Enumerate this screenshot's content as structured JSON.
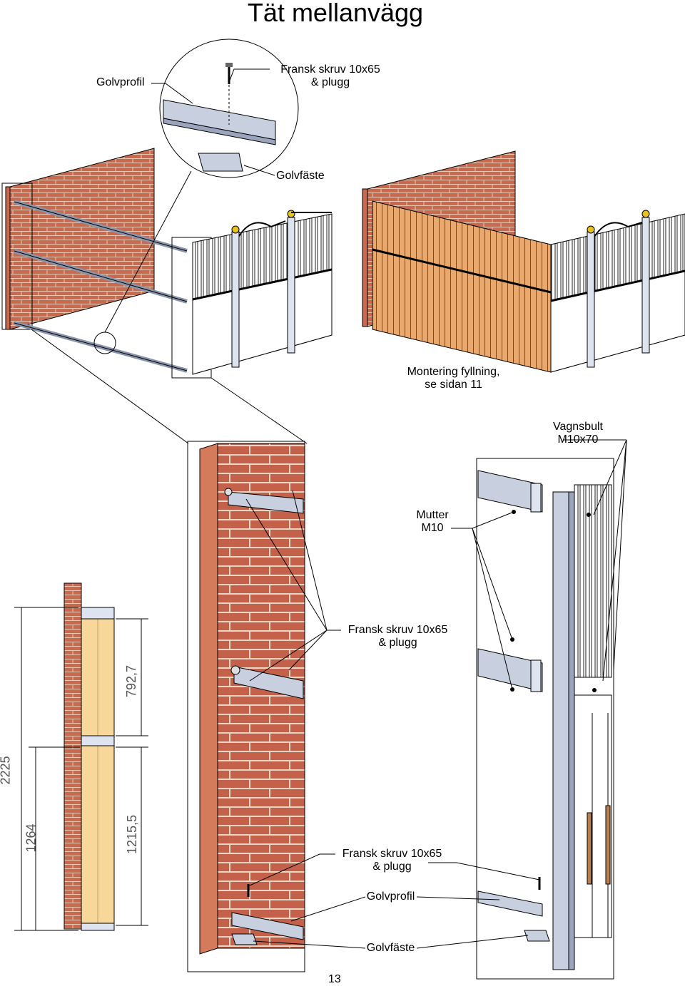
{
  "title": "Tät mellanvägg",
  "page_number": "13",
  "labels": {
    "golvprofil_top": "Golvprofil",
    "fransk_skruv_top": "Fransk skruv 10x65",
    "plugg_top": "& plugg",
    "golvfaste_top": "Golvfäste",
    "montering_line1": "Montering fyllning,",
    "montering_line2": "se sidan 11",
    "vagnsbult_line1": "Vagnsbult",
    "vagnsbult_line2": "M10x70",
    "mutter_line1": "Mutter",
    "mutter_line2": "M10",
    "fransk_skruv_mid": "Fransk skruv 10x65",
    "plugg_mid": "& plugg",
    "fransk_skruv_bottom": "Fransk skruv 10x65",
    "plugg_bottom": "& plugg",
    "golvprofil_bottom": "Golvprofil",
    "golvfaste_bottom": "Golvfäste"
  },
  "dimensions": {
    "total": "2225",
    "lower_left": "1264",
    "upper_right": "792,7",
    "lower_right": "1215,5"
  },
  "colors": {
    "brick": "#c96a50",
    "mortar": "#e8c8b0",
    "wood_panel": "#f7d89a",
    "metal": "#c8d0e0",
    "line": "#000000"
  }
}
